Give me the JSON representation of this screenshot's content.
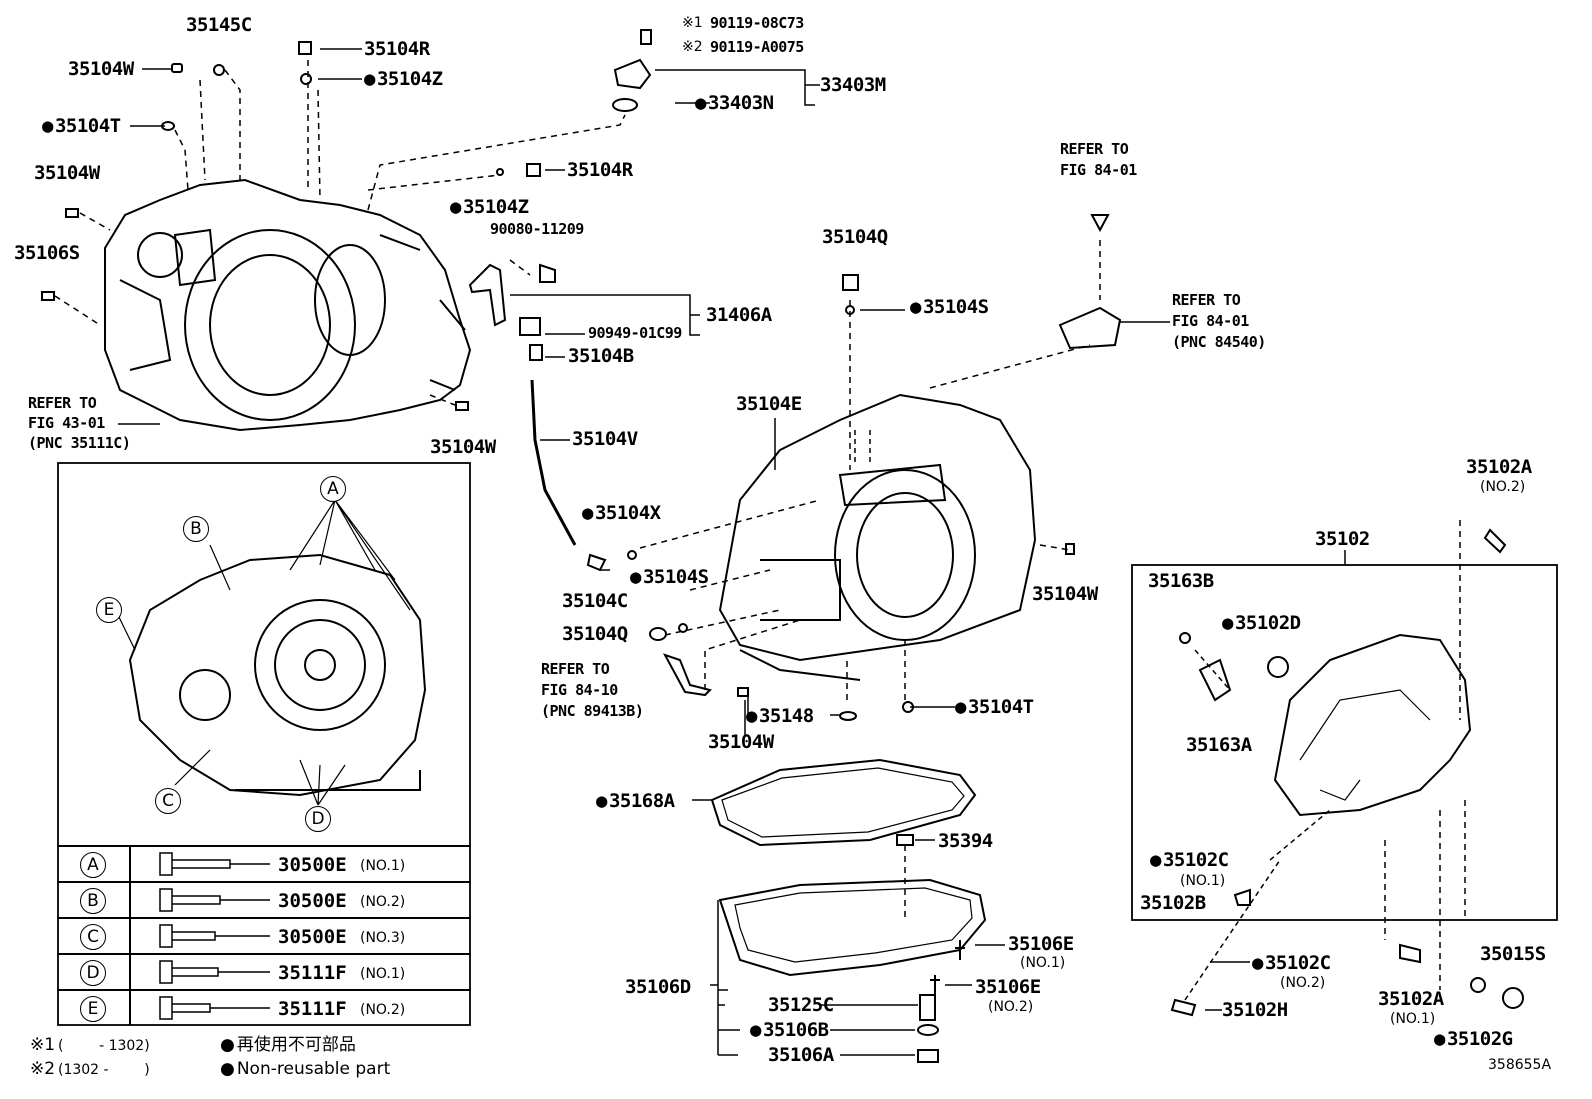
{
  "diagram_id": "358655A",
  "labels": {
    "l_35145C": "35145C",
    "l_35104W_a": "35104W",
    "l_35104R_a": "35104R",
    "l_35104Z_a": "35104Z",
    "l_35104T_a": "35104T",
    "l_35104W_b": "35104W",
    "l_35106S": "35106S",
    "l_refer_43_1": "REFER TO",
    "l_refer_43_2": "FIG 43-01",
    "l_refer_43_3": "(PNC 35111C)",
    "l_35104W_c": "35104W",
    "l_90119_1": "90119-08C73",
    "l_90119_2": "90119-A0075",
    "l_mark1": "※1",
    "l_mark2": "※2",
    "l_33403M": "33403M",
    "l_33403N": "33403N",
    "l_35104R_b": "35104R",
    "l_35104Z_b": "35104Z",
    "l_90080": "90080-11209",
    "l_31406A": "31406A",
    "l_90949": "90949-01C99",
    "l_35104B": "35104B",
    "l_35104V": "35104V",
    "l_35104X": "35104X",
    "l_35104S_a": "35104S",
    "l_35104C": "35104C",
    "l_35104Q_a": "35104Q",
    "l_refer_8410_1": "REFER TO",
    "l_refer_8410_2": "FIG 84-10",
    "l_refer_8410_3": "(PNC 89413B)",
    "l_35148": "35148",
    "l_35104W_d": "35104W",
    "l_35104E": "35104E",
    "l_35104Q_b": "35104Q",
    "l_35104S_b": "35104S",
    "l_refer_8401a_1": "REFER TO",
    "l_refer_8401a_2": "FIG 84-01",
    "l_refer_8401b_1": "REFER TO",
    "l_refer_8401b_2": "FIG 84-01",
    "l_refer_8401b_3": "(PNC 84540)",
    "l_35104W_e": "35104W",
    "l_35104T_b": "35104T",
    "l_35168A": "35168A",
    "l_35394": "35394",
    "l_35106D": "35106D",
    "l_35106E_1": "35106E",
    "l_35106E_1s": "(NO.1)",
    "l_35106E_2": "35106E",
    "l_35106E_2s": "(NO.2)",
    "l_35125C": "35125C",
    "l_35106B": "35106B",
    "l_35106A": "35106A",
    "l_35102A_top": "35102A",
    "l_35102A_tops": "(NO.2)",
    "l_35102": "35102",
    "l_35163B": "35163B",
    "l_35102D": "35102D",
    "l_35163A": "35163A",
    "l_35102C_1": "35102C",
    "l_35102C_1s": "(NO.1)",
    "l_35102B": "35102B",
    "l_35102C_2": "35102C",
    "l_35102C_2s": "(NO.2)",
    "l_35102H": "35102H",
    "l_35102A_b": "35102A",
    "l_35102A_bs": "(NO.1)",
    "l_35015S": "35015S",
    "l_35102G": "35102G"
  },
  "callouts": [
    "A",
    "B",
    "C",
    "D",
    "E"
  ],
  "bolt_table": [
    {
      "key": "A",
      "code": "30500E",
      "sub": "(NO.1)"
    },
    {
      "key": "B",
      "code": "30500E",
      "sub": "(NO.2)"
    },
    {
      "key": "C",
      "code": "30500E",
      "sub": "(NO.3)"
    },
    {
      "key": "D",
      "code": "35111F",
      "sub": "(NO.1)"
    },
    {
      "key": "E",
      "code": "35111F",
      "sub": "(NO.2)"
    }
  ],
  "legend": {
    "range1_mark": "※1",
    "range1": "(        - 1302)",
    "range2_mark": "※2",
    "range2": "(1302 -        )",
    "dot_jp": "再使用不可部品",
    "dot_en": "Non-reusable part"
  }
}
